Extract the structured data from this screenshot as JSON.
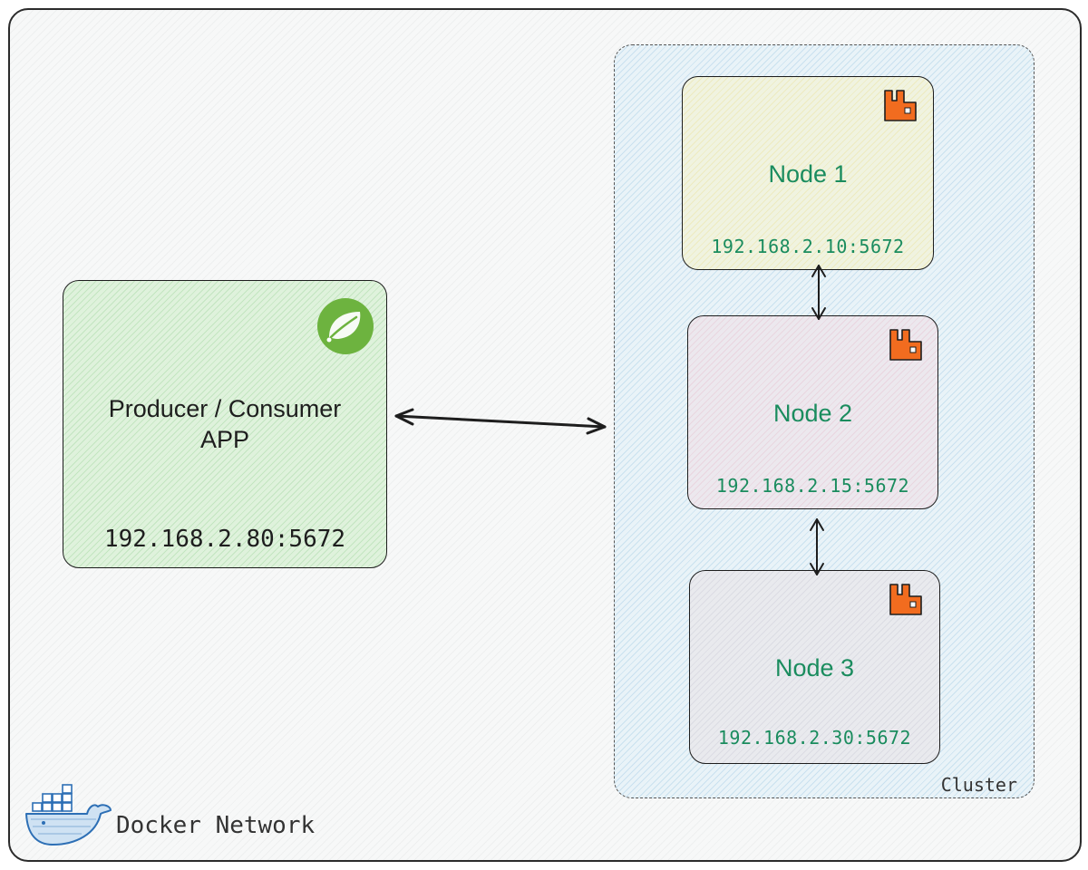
{
  "network": {
    "label": "Docker Network",
    "icon": "docker-whale-icon"
  },
  "app": {
    "title_line1": "Producer / Consumer",
    "title_line2": "APP",
    "address": "192.168.2.80:5672",
    "icon": "spring-leaf-icon"
  },
  "cluster": {
    "label": "Cluster",
    "nodes": [
      {
        "title": "Node 1",
        "address": "192.168.2.10:5672",
        "icon": "rabbitmq-icon"
      },
      {
        "title": "Node 2",
        "address": "192.168.2.15:5672",
        "icon": "rabbitmq-icon"
      },
      {
        "title": "Node 3",
        "address": "192.168.2.30:5672",
        "icon": "rabbitmq-icon"
      }
    ]
  },
  "colors": {
    "node_text": "#1a8c5e",
    "app_fill": "#dff2dc",
    "cluster_fill": "#e9f3f8",
    "rabbitmq_orange": "#f26c1f",
    "spring_green": "#6db33f",
    "docker_blue": "#2d6fb5"
  }
}
